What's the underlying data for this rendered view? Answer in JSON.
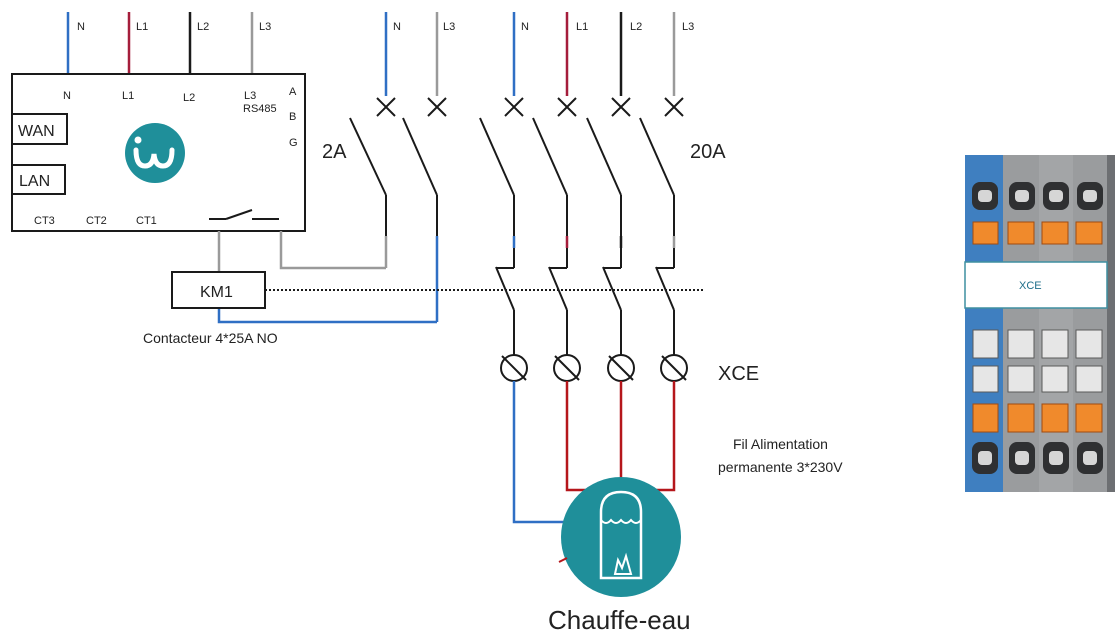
{
  "colors": {
    "neutral": "#2f6fc4",
    "phase1": "#a51d3b",
    "phase2": "#1a1a1a",
    "phase3": "#9a9a9a",
    "teal": "#1f8f9a",
    "heater_feed": "#b5161b"
  },
  "supply_labels": {
    "n1": "N",
    "l1": "L1",
    "l2": "L2",
    "l3": "L3",
    "n2": "N",
    "l3b": "L3",
    "n3": "N",
    "l1c": "L1",
    "l2c": "L2",
    "l3c": "L3"
  },
  "module": {
    "logo_icon": "iw-logo-icon",
    "term_n": "N",
    "term_l1": "L1",
    "term_l2": "L2",
    "term_l3": "L3",
    "rs485": "RS485",
    "rs_a": "A",
    "rs_b": "B",
    "rs_g": "G",
    "wan": "WAN",
    "lan": "LAN",
    "ct3": "CT3",
    "ct2": "CT2",
    "ct1": "CT1"
  },
  "breakers": {
    "small_rating": "2A",
    "large_rating": "20A"
  },
  "contactor": {
    "name": "KM1",
    "caption": "Contacteur 4*25A NO"
  },
  "terminals": {
    "label": "XCE"
  },
  "feed_note": {
    "line1": "Fil Alimentation",
    "line2": "permanente 3*230V"
  },
  "heater": {
    "label": "Chauffe-eau",
    "icon": "water-heater-icon"
  },
  "terminal_block": {
    "label": "XCE"
  }
}
